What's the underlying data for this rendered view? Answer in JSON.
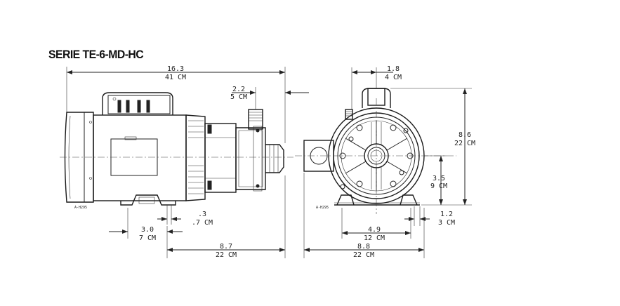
{
  "title": "SERIE TE-6-MD-HC",
  "side_view": {
    "overall_length": {
      "in": "16.3",
      "cm": "41 CM"
    },
    "port_offset": {
      "in": "2.2",
      "cm": "5 CM"
    },
    "mount_slot_width": {
      "in": ".3",
      "cm": ".7 CM"
    },
    "mount_hole_spacing": {
      "in": "3.0",
      "cm": "7 CM"
    },
    "mount_to_end": {
      "in": "8.7",
      "cm": "22 CM"
    },
    "drawing_code": "A-H295"
  },
  "front_view": {
    "discharge_offset": {
      "in": "1.8",
      "cm": "4 CM"
    },
    "overall_height": {
      "in": "8.6",
      "cm": "22 CM"
    },
    "shaft_height": {
      "in": "3.5",
      "cm": "9 CM"
    },
    "foot_height": {
      "in": "1.2",
      "cm": "3 CM"
    },
    "base_width": {
      "in": "4.9",
      "cm": "12 CM"
    },
    "overall_width": {
      "in": "8.8",
      "cm": "22 CM"
    },
    "drawing_code": "A-H295"
  }
}
